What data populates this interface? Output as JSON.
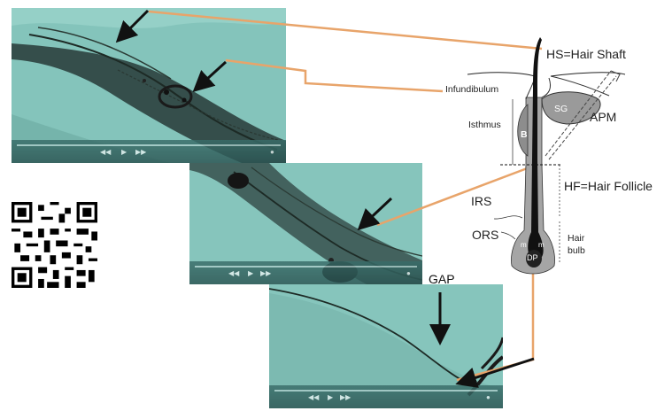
{
  "diagram": {
    "labels": {
      "hair_shaft": "HS=Hair Shaft",
      "infundibulum": "Infundibulum",
      "isthmus": "Isthmus",
      "sg": "SG",
      "apm": "APM",
      "b": "B",
      "hair_follicle": "HF=Hair Follicle",
      "irs": "IRS",
      "ors": "ORS",
      "hair_bulb_line1": "Hair",
      "hair_bulb_line2": "bulb",
      "dp": "DP",
      "m1": "m",
      "m2": "m"
    }
  },
  "annotations": {
    "gap": "GAP"
  },
  "colors": {
    "connector": "#e8a46a",
    "micrograph_bg": "#7fc0b6",
    "tissue": "#6aa79f",
    "player_bar": "#2c5553",
    "follicle_dark": "#111111",
    "follicle_gray": "#9a9a9a"
  },
  "icons": [
    "qr-code-icon",
    "arrow-icon",
    "play-icon",
    "rewind-icon",
    "forward-icon",
    "volume-icon"
  ]
}
